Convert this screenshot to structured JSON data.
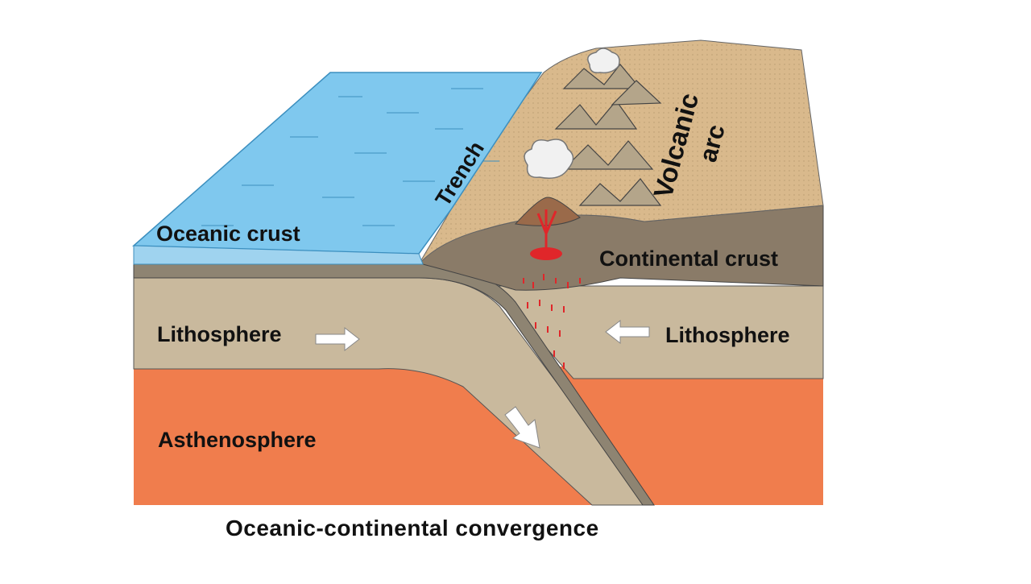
{
  "labels": {
    "trench": "Trench",
    "volcanic_arc_line1": "Volcanic",
    "volcanic_arc_line2": "arc",
    "oceanic_crust": "Oceanic crust",
    "continental_crust": "Continental crust",
    "lithosphere_left": "Lithosphere",
    "lithosphere_right": "Lithosphere",
    "asthenosphere": "Asthenosphere"
  },
  "caption": "Oceanic-continental convergence",
  "colors": {
    "ocean_top": "#7fc8ee",
    "ocean_front": "#9fd3ef",
    "land": "#d9b98c",
    "continental_crust": "#8a7b68",
    "lithosphere": "#c9b99d",
    "asthenosphere": "#f07d4d",
    "magma": "#e0262a"
  }
}
